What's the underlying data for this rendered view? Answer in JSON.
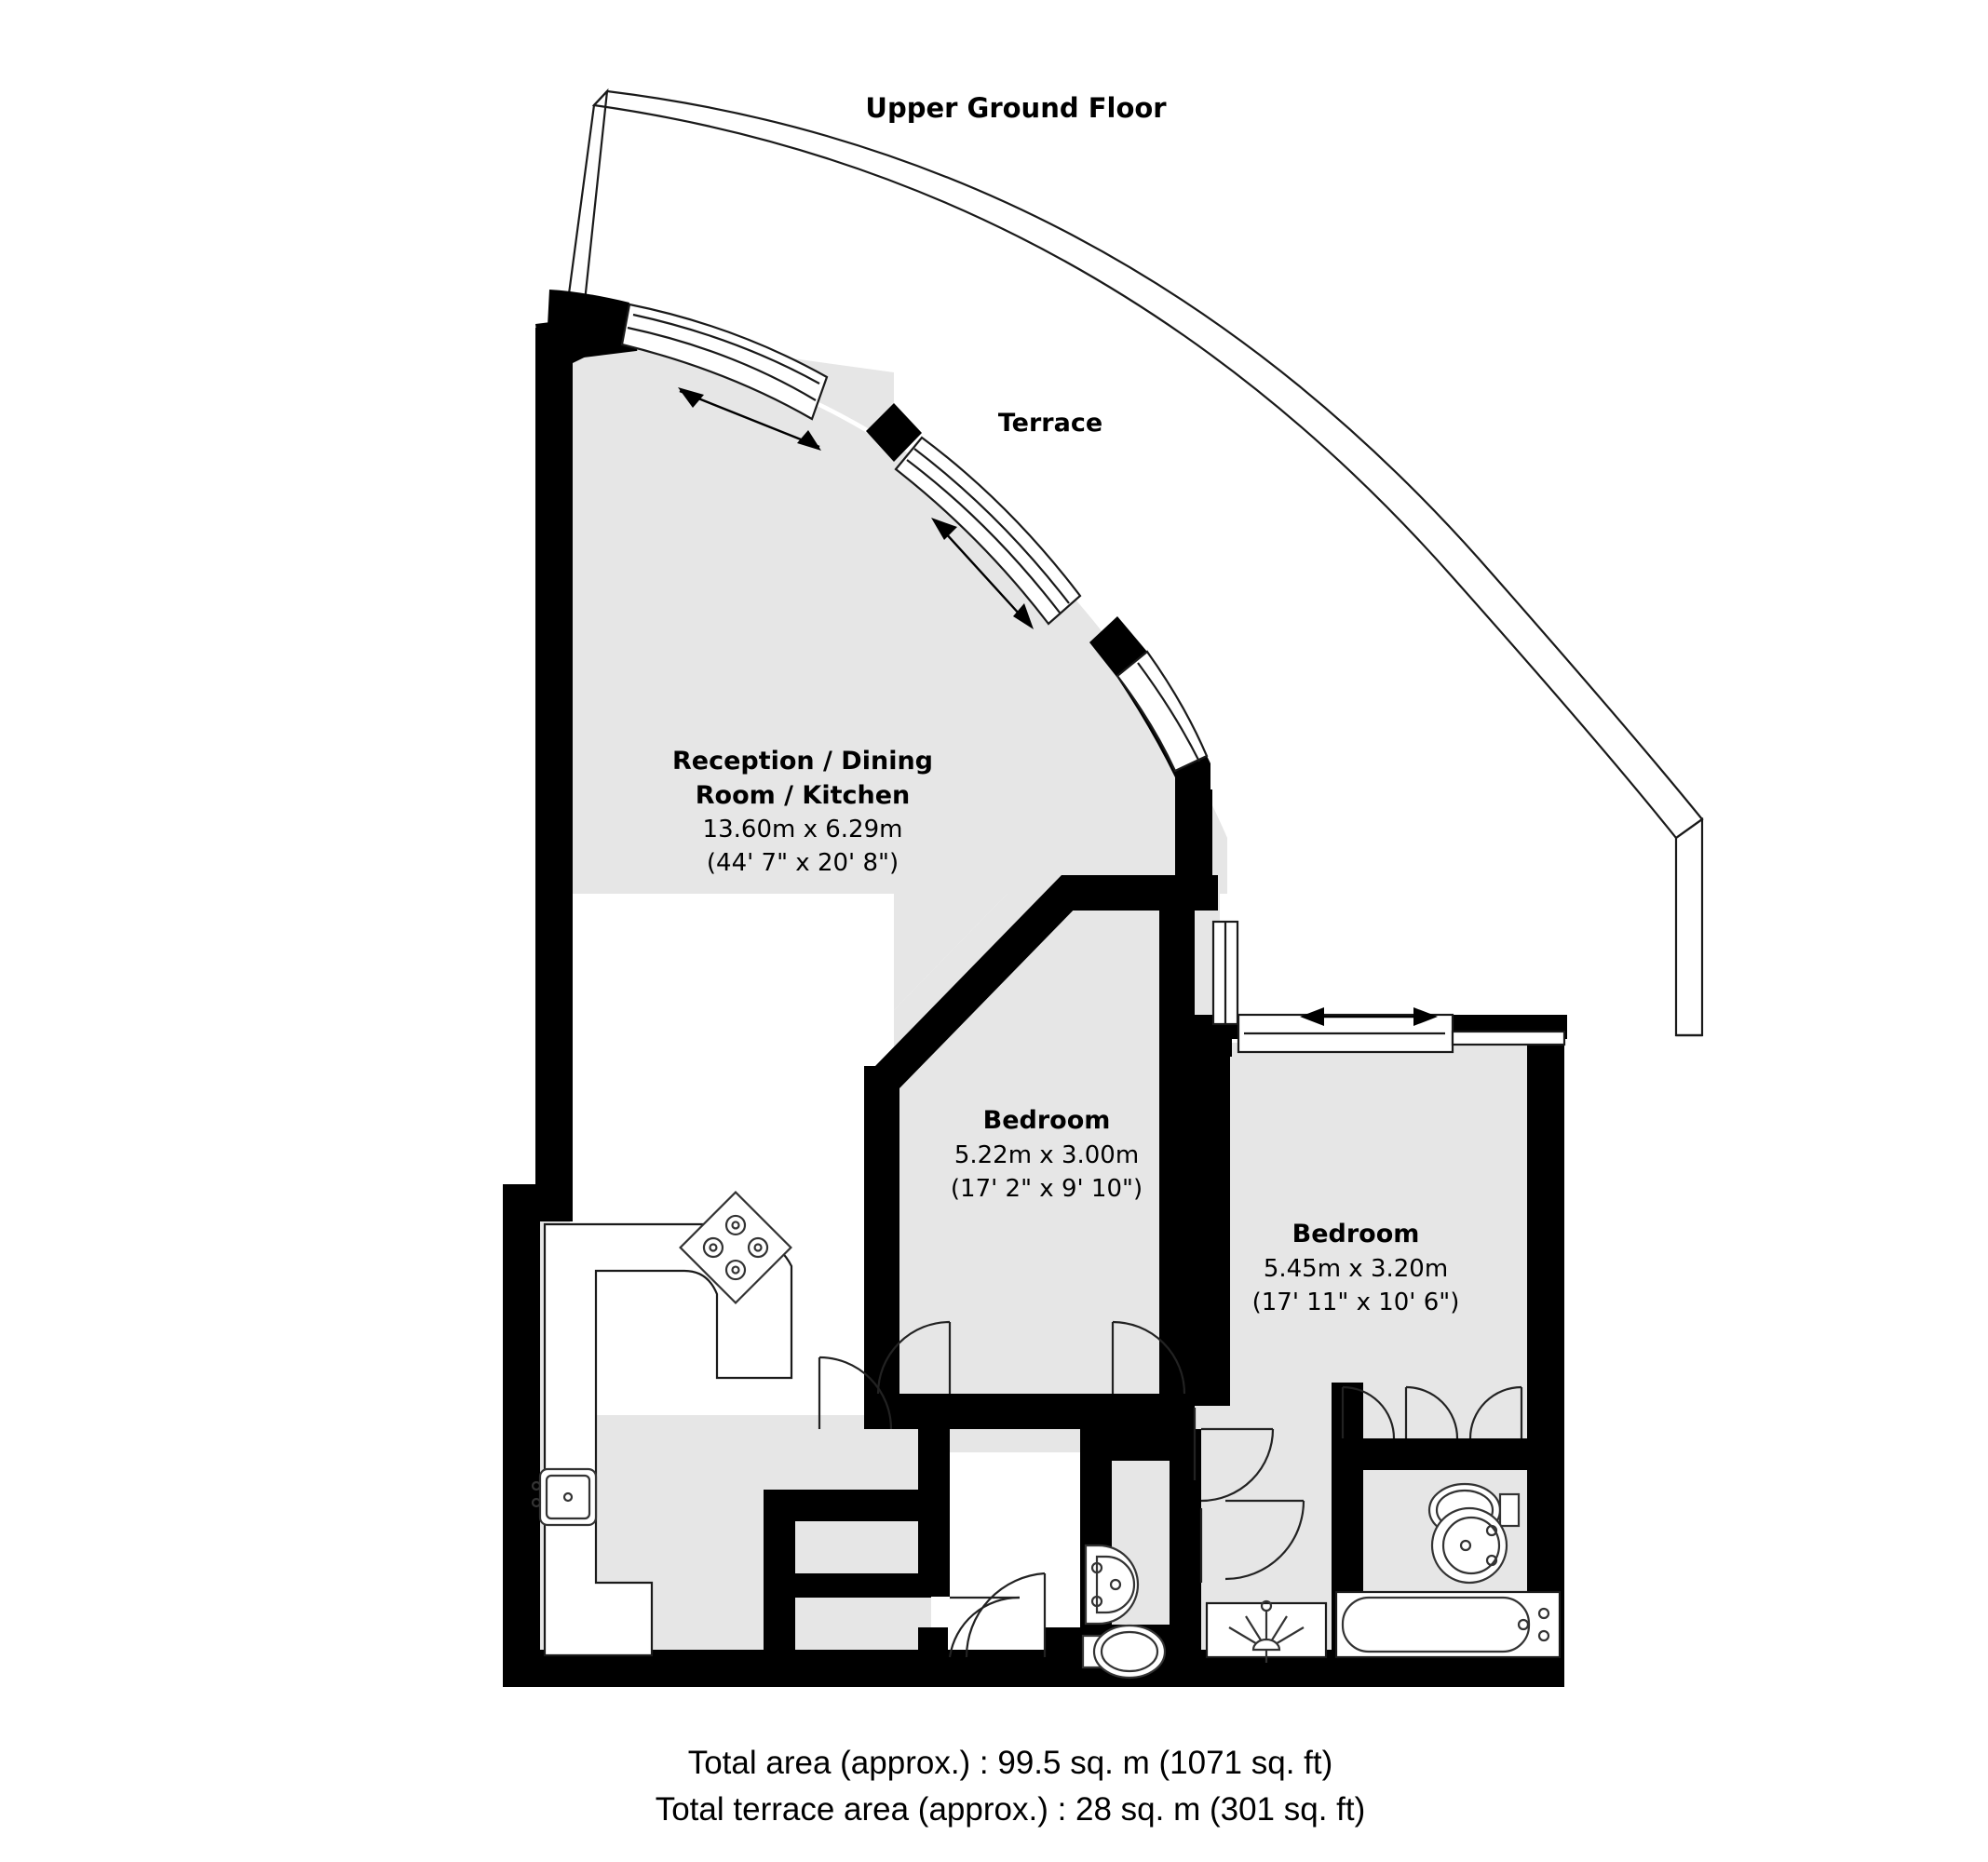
{
  "title": "Upper Ground Floor",
  "labels": {
    "terrace": "Terrace"
  },
  "rooms": [
    {
      "id": "reception-dining-kitchen",
      "name_line1": "Reception / Dining",
      "name_line2": "Room / Kitchen",
      "dim_metric": "13.60m x 6.29m",
      "dim_imperial": "(44' 7\" x 20' 8\")"
    },
    {
      "id": "bedroom-1",
      "name": "Bedroom",
      "dim_metric": "5.22m x 3.00m",
      "dim_imperial": "(17' 2\" x 9' 10\")"
    },
    {
      "id": "bedroom-2",
      "name": "Bedroom",
      "dim_metric": "5.45m x 3.20m",
      "dim_imperial": "(17' 11\" x 10' 6\")"
    }
  ],
  "footer": {
    "total_area": "Total area (approx.) : 99.5 sq. m (1071 sq. ft)",
    "total_terrace_area": "Total terrace area (approx.) : 28 sq. m (301 sq. ft)"
  },
  "colors": {
    "wall": "#000000",
    "floor": "#e6e6e6",
    "background": "#ffffff",
    "outline": "#1a1a1a",
    "text": "#000000"
  },
  "fixtures": [
    {
      "name": "hob-4-burner",
      "room": "reception-dining-kitchen"
    },
    {
      "name": "kitchen-sink",
      "room": "reception-dining-kitchen"
    },
    {
      "name": "wardrobe-bifold-doors",
      "room": "bedroom-2"
    },
    {
      "name": "toilet",
      "room": "bathroom-1"
    },
    {
      "name": "wash-basin",
      "room": "bathroom-1"
    },
    {
      "name": "shower",
      "room": "shower-room"
    },
    {
      "name": "toilet",
      "room": "bathroom-2"
    },
    {
      "name": "wash-basin",
      "room": "bathroom-2"
    },
    {
      "name": "bathtub",
      "room": "bathroom-2"
    }
  ],
  "openings": [
    {
      "name": "sliding-door-curved-left",
      "type": "sliding"
    },
    {
      "name": "sliding-door-curved-right",
      "type": "sliding"
    },
    {
      "name": "sliding-door-bedroom-terrace",
      "type": "sliding"
    },
    {
      "name": "window-bedroom-2",
      "type": "window"
    }
  ]
}
